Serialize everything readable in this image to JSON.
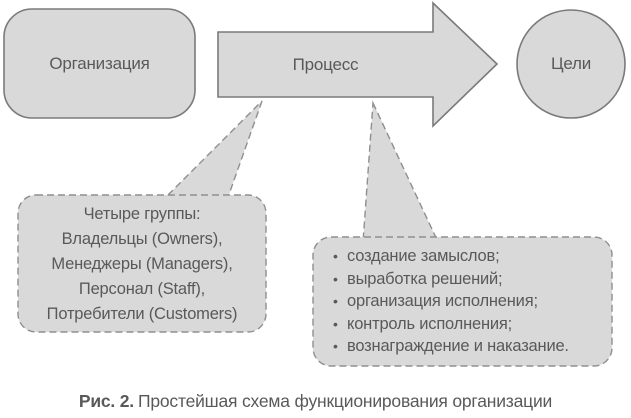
{
  "colors": {
    "shape_fill": "#d9d9d9",
    "solid_stroke": "#7a7a7a",
    "dashed_stroke": "#8f8f8f",
    "text": "#595959"
  },
  "nodes": {
    "organization": {
      "label": "Организация"
    },
    "process": {
      "label": "Процесс"
    },
    "goals": {
      "label": "Цели"
    }
  },
  "callout_left": {
    "lines": [
      "Четыре группы:",
      "Владельцы (Owners),",
      "Менеджеры (Managers),",
      "Персонал (Staff),",
      "Потребители (Customers)"
    ]
  },
  "callout_right": {
    "bullet": "•",
    "items": [
      "создание замыслов;",
      "выработка решений;",
      "организация исполнения;",
      "контроль исполнения;",
      "вознаграждение и наказание."
    ]
  },
  "caption": {
    "prefix": "Рис. 2.",
    "text": "Простейшая схема функционирования организации"
  }
}
